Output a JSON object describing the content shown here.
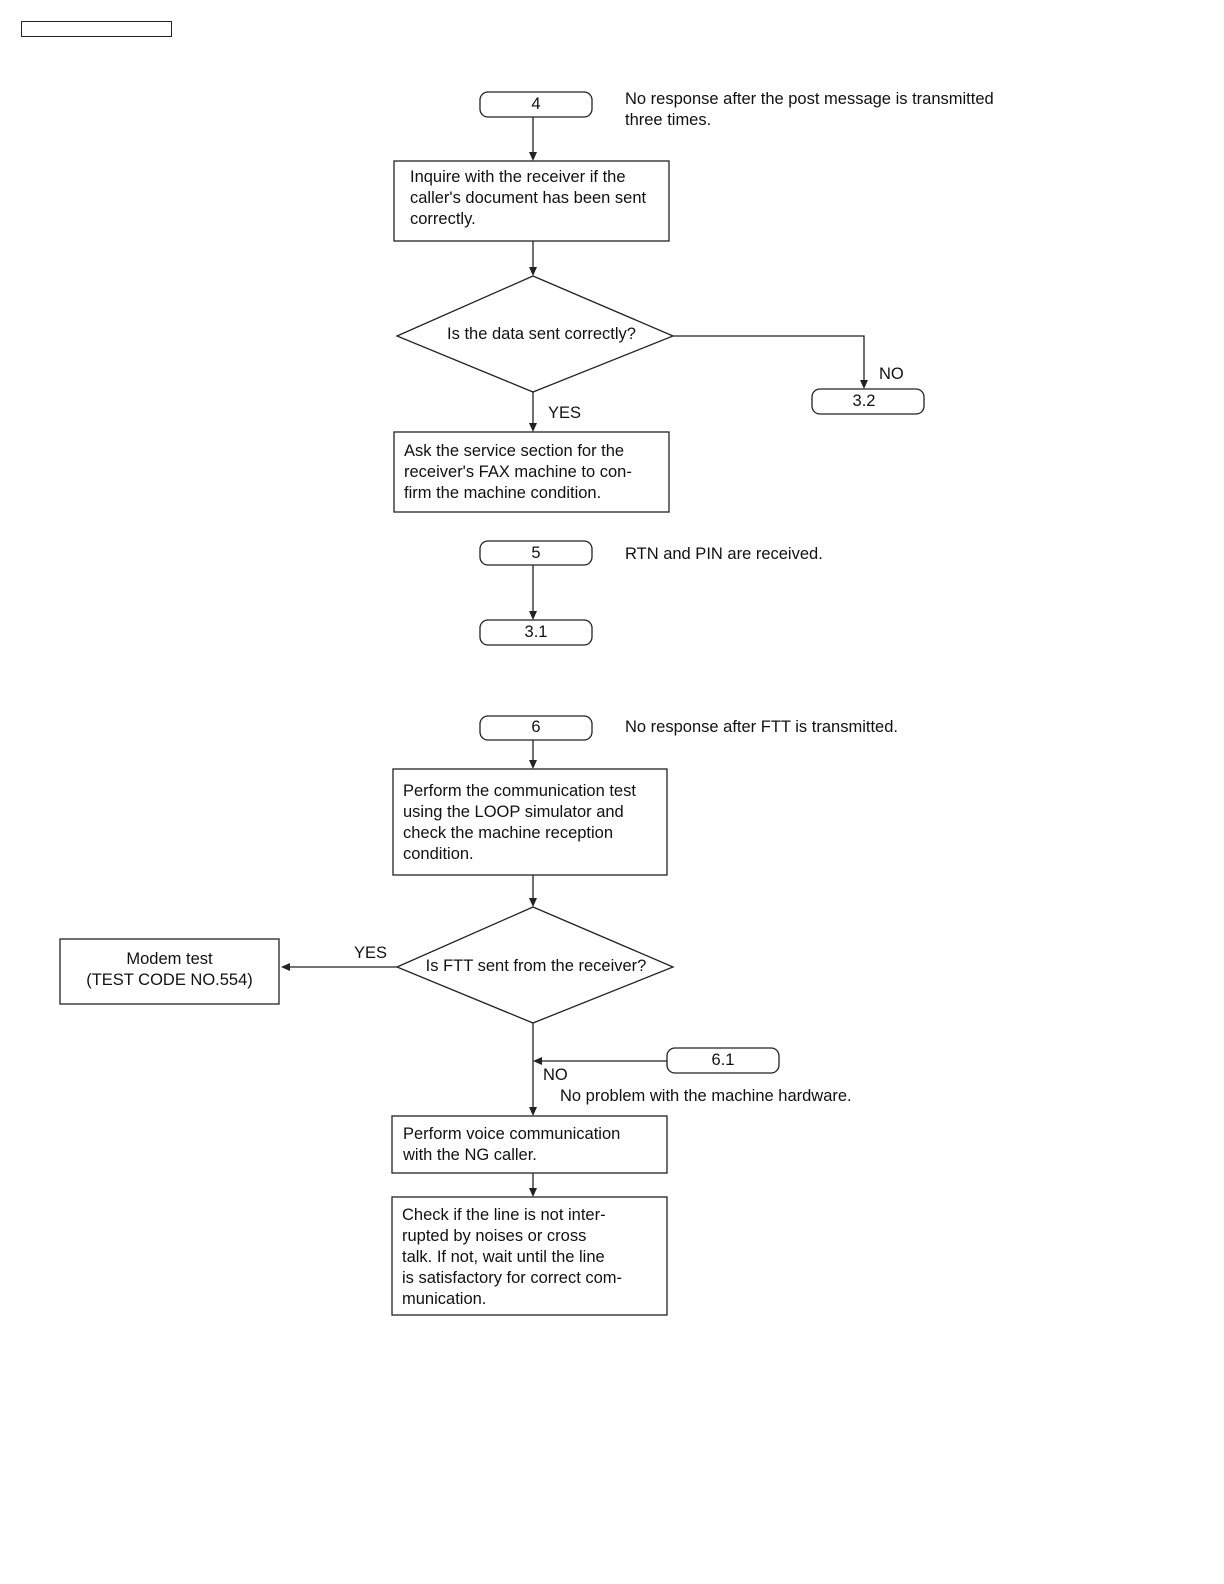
{
  "header": {
    "label": ""
  },
  "connectors": {
    "c4": "4",
    "c5": "5",
    "c6": "6",
    "c3_1": "3.1",
    "c3_2": "3.2",
    "c6_1": "6.1"
  },
  "notes": {
    "n4": "No response after the post message is transmitted\nthree times.",
    "n5": "RTN and PIN are received.",
    "n6": "No response after FTT is transmitted.",
    "n6_1": "No problem with the machine hardware."
  },
  "process": {
    "inquire": "Inquire with the receiver if the\ncaller's document has been sent\ncorrectly.",
    "ask_service": "Ask the service section for the\nreceiver's FAX machine to con-\nfirm the machine condition.",
    "comm_test": "Perform the communication test\nusing the LOOP simulator and\ncheck the machine reception\ncondition.",
    "modem_test": "Modem test\n(TEST CODE NO.554)",
    "voice": "Perform voice communication\nwith the NG caller.",
    "check_line": "Check if the line is not inter-\nrupted by noises or cross\ntalk. If not, wait until the line\nis satisfactory for correct com-\nmunication."
  },
  "decisions": {
    "data_sent": "Is the data sent correctly?",
    "ftt_sent": "Is FTT sent from the receiver?"
  },
  "branch_labels": {
    "yes": "YES",
    "no": "NO"
  }
}
